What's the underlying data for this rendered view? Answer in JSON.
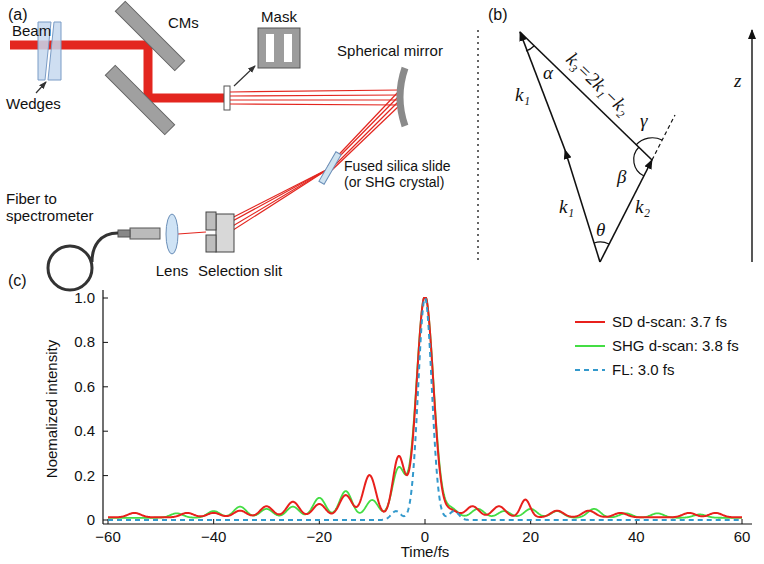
{
  "diagram": {
    "labels": [
      "(a)",
      "Beam",
      "Wedges",
      "CMs",
      "Mask",
      "Spherical mirror",
      "Fiber to spectrometer",
      "Lens",
      "Selection slit",
      "Fused silica slide (or SHG crystal)",
      "(b)",
      "z",
      "k₁",
      "α",
      "k₃=2k₁−k₂",
      "γ",
      "β",
      "k₁",
      "θ",
      "k₂",
      "(c)",
      "Noemalized intensity",
      "1.0",
      "0.8",
      "0.6",
      "0.4",
      "0.2",
      "0",
      "−60",
      "−40",
      "−20",
      "0",
      "20",
      "40",
      "60",
      "Time/fs"
    ],
    "legend": [
      {
        "text": "SD d-scan: 3.7 fs"
      },
      {
        "text": "SHG d-scan: 3.8 fs"
      },
      {
        "text": "FL: 3.0 fs"
      }
    ]
  }
}
